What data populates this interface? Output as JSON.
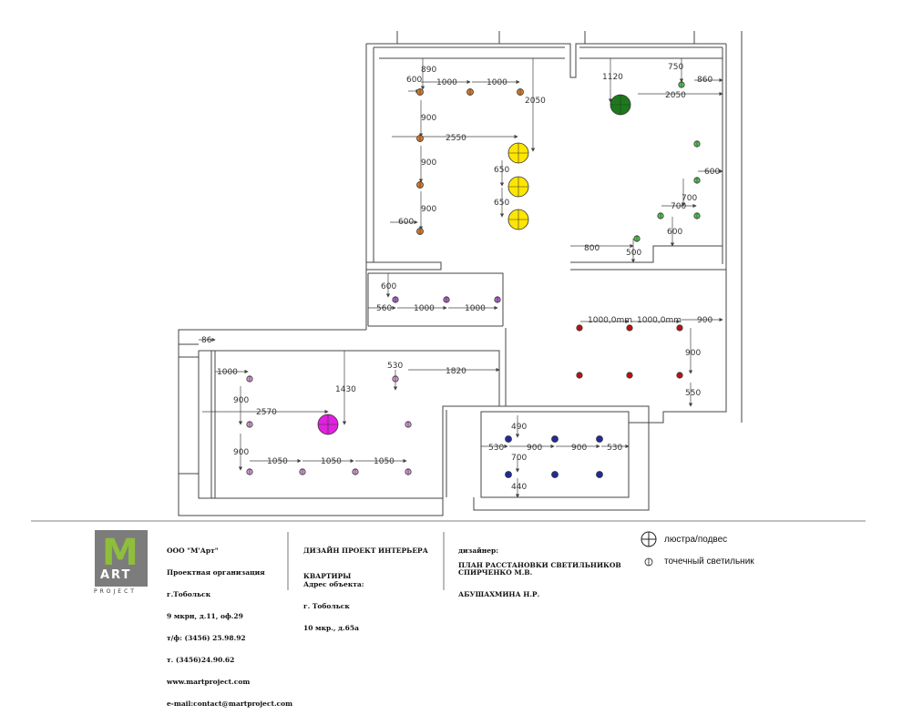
{
  "colors": {
    "wall": "#444444",
    "dim": "#444444",
    "orange": "#d97a2b",
    "yellow": "#ffe600",
    "green_light": "#55c455",
    "green_dark": "#1a7a1a",
    "red": "#cc1111",
    "magenta": "#e022e0",
    "purple_light": "#d49ad4",
    "violet_small": "#b066c8",
    "blue": "#1f2aa8",
    "logo_bg": "#7c7c7c",
    "logo_green": "#8fbe3b"
  },
  "dimensions": {
    "kitchen": [
      "890",
      "600",
      "1000",
      "1000",
      "900",
      "2550",
      "900",
      "900",
      "600",
      "2050",
      "650",
      "650"
    ],
    "room_right": [
      "1120",
      "750",
      "860",
      "2050",
      "600",
      "700",
      "700",
      "600",
      "800",
      "500"
    ],
    "corridor": [
      "600",
      "560",
      "1000",
      "1000"
    ],
    "bedroom_right": [
      "1000,0mm",
      "1000,0mm",
      "900",
      "900",
      "550"
    ],
    "living": [
      "86",
      "1000",
      "530",
      "1820",
      "1430",
      "900",
      "2570",
      "900",
      "1050",
      "1050",
      "1050"
    ],
    "bath": [
      "490",
      "530",
      "900",
      "900",
      "530",
      "700",
      "440"
    ]
  },
  "footer": {
    "company": [
      "ООО \"М'Арт\"",
      "Проектная организация",
      "г.Тобольск",
      "9 мкрн, д.11, оф.29",
      "т/ф: (3456) 25.98.92",
      "т. (3456)24.90.62",
      "www.martproject.com",
      "e-mail:contact@martproject.com"
    ],
    "project_title": [
      "ДИЗАЙН ПРОЕКТ ИНТЕРЬЕРА",
      "КВАРТИРЫ"
    ],
    "address": [
      "Адрес объекта:",
      "г. Тобольск",
      "10 мкр., д.65а"
    ],
    "designers": [
      "дизайнер:",
      "СПИРЧЕНКО М.В.",
      "АБУШАХМИНА Н.Р."
    ],
    "sheet_title": "ПЛАН РАССТАНОВКИ СВЕТИЛЬНИКОВ",
    "logo": {
      "m": "M",
      "art": "ART",
      "project": "PROJECT"
    }
  },
  "legend": {
    "chandelier": "люстра/подвес",
    "spotlight": "точечный светильник"
  }
}
